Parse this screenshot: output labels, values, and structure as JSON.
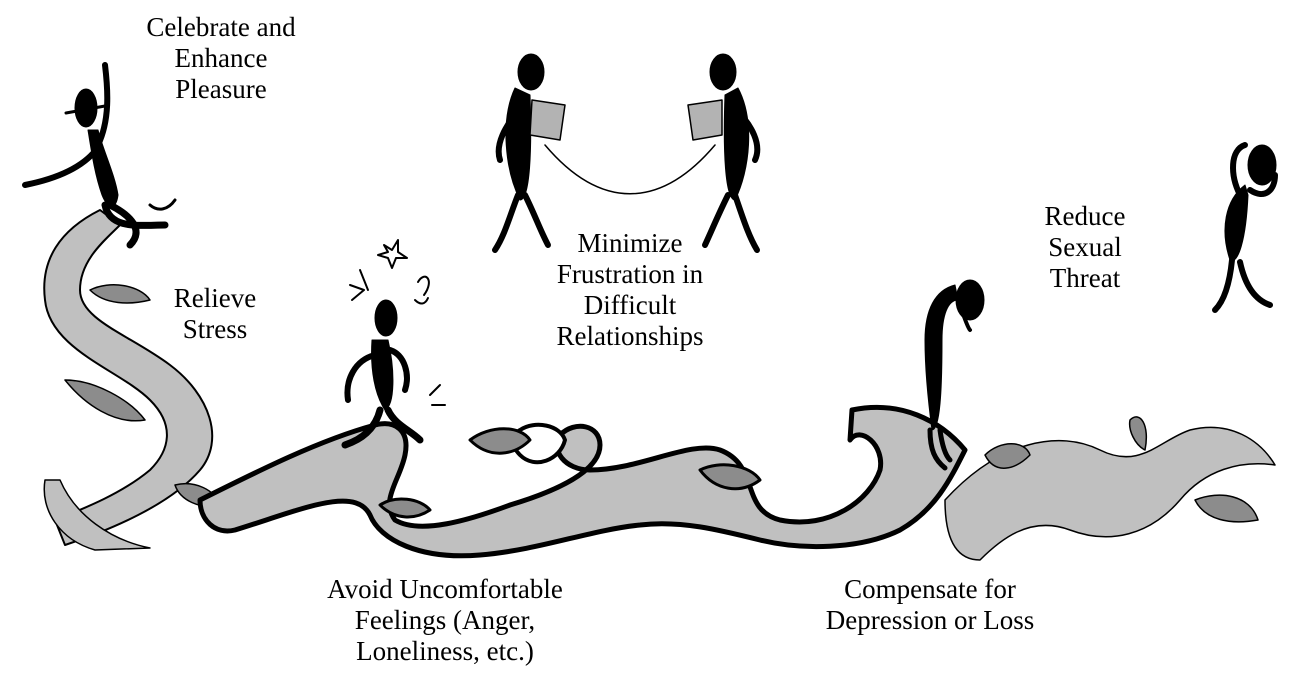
{
  "labels": {
    "celebrate": [
      "Celebrate and",
      "Enhance",
      "Pleasure"
    ],
    "relieve": [
      "Relieve",
      "Stress"
    ],
    "minimize": [
      "Minimize",
      "Frustration in",
      "Difficult",
      "Relationships"
    ],
    "reduce": [
      "Reduce",
      "Sexual",
      "Threat"
    ],
    "avoid": [
      "Avoid Uncomfortable",
      "Feelings (Anger,",
      "Loneliness, etc.)"
    ],
    "compensate": [
      "Compensate for",
      "Depression or Loss"
    ]
  },
  "colors": {
    "ribbon_light": "#c0c0c0",
    "ribbon_dark": "#8c8c8c",
    "figure": "#000000",
    "can": "#b3b3b3"
  },
  "icons": [
    "dancing-figure-icon",
    "stressed-figure-icon",
    "tin-can-phone-figures-icon",
    "slumped-figure-icon",
    "covering-face-figure-icon",
    "twisted-ribbon-icon"
  ]
}
